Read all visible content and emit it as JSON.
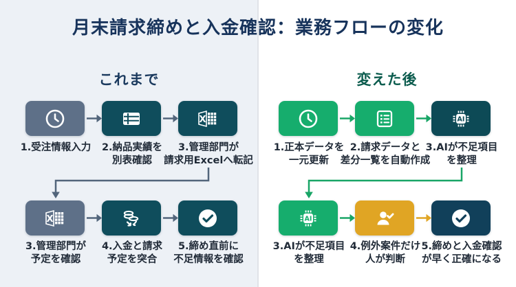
{
  "title": "月末請求締めと入金確認：業務フローの変化",
  "panels": {
    "before": {
      "heading": "これまで",
      "steps": [
        {
          "label": "1.受注情報入力",
          "icon": "clock-icon",
          "box_color": "#5e7088"
        },
        {
          "label": "2.納品実績を\n別表確認",
          "icon": "table-icon",
          "box_color": "#0f4d5c"
        },
        {
          "label": "3.管理部門が\n請求用Excelへ転記",
          "icon": "excel-icon",
          "box_color": "#0f4d5c"
        },
        {
          "label": "3.管理部門が\n予定を確認",
          "icon": "excel-icon",
          "box_color": "#5e7088"
        },
        {
          "label": "4.入金と請求\n予定を突合",
          "icon": "coins-exchange-icon",
          "box_color": "#0f4d5c"
        },
        {
          "label": "5.締め直前に\n不足情報を確認",
          "icon": "check-circle-icon",
          "box_color": "#0f4d5c"
        }
      ]
    },
    "after": {
      "heading": "変えた後",
      "steps": [
        {
          "label": "1.正本データを\n一元更新",
          "icon": "clock-icon",
          "box_color": "#16ad6d"
        },
        {
          "label": "2.請求データと\n差分一覧を自動作成",
          "icon": "list-document-icon",
          "box_color": "#16ad6d"
        },
        {
          "label": "3.AIが不足項目\nを整理",
          "icon": "ai-chip-icon",
          "box_color": "#0d4a56"
        },
        {
          "label": "3.AIが不足項目\nを整理",
          "icon": "ai-chip-icon",
          "box_color": "#16ad6d"
        },
        {
          "label": "4.例外案件だけ\n人が判断",
          "icon": "person-check-icon",
          "box_color": "#e0a524"
        },
        {
          "label": "5.締めと入金確認\nが早く正確になる",
          "icon": "check-circle-icon",
          "box_color": "#11405a"
        }
      ]
    }
  },
  "icons": {
    "ai_text": "AI",
    "excel_x": "X"
  },
  "colors": {
    "title_navy": "#17335b",
    "heading_before": "#1b3a5e",
    "heading_after": "#0c5c4e",
    "slate_box": "#5e7088",
    "teal_box": "#0f4d5c",
    "green_box": "#16ad6d",
    "dark_teal_box": "#0d4a56",
    "amber_box": "#e0a524",
    "navy_box": "#11405a",
    "arrow_slate": "#52657b",
    "arrow_green": "#18a566",
    "arrow_amber": "#e0a524",
    "label_text": "#212b38",
    "left_panel_bg": "#edf1f6",
    "right_panel_bg": "#ffffff"
  }
}
